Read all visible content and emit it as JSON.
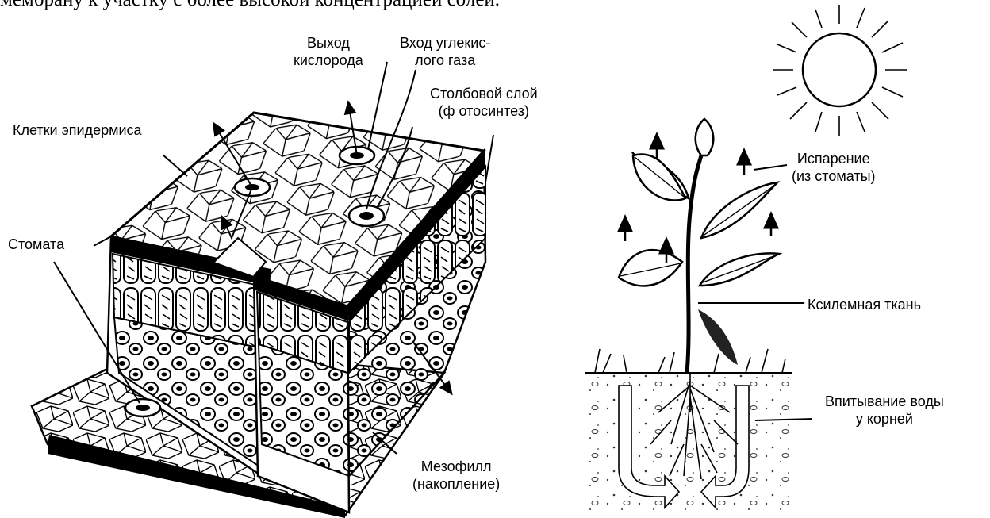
{
  "top_text": "мембрану к участку с более высокой концентрацией солей.",
  "leaf_labels": {
    "oxygen_out": [
      "Выход",
      "кислорода"
    ],
    "co2_in": [
      "Вход углекис-",
      "лого газа"
    ],
    "palisade": [
      "Столбовой слой",
      "(ф отосинтез)"
    ],
    "epidermis": [
      "Клетки эпидермиса"
    ],
    "stomata": [
      "Стомата"
    ],
    "mesophyll": [
      "Мезофилл",
      "(накопление)"
    ]
  },
  "plant_labels": {
    "evaporation": [
      "Испарение",
      "(из стоматы)"
    ],
    "xylem": [
      "Ксилемная ткань"
    ],
    "absorption": [
      "Впитывание воды",
      "у корней"
    ]
  }
}
